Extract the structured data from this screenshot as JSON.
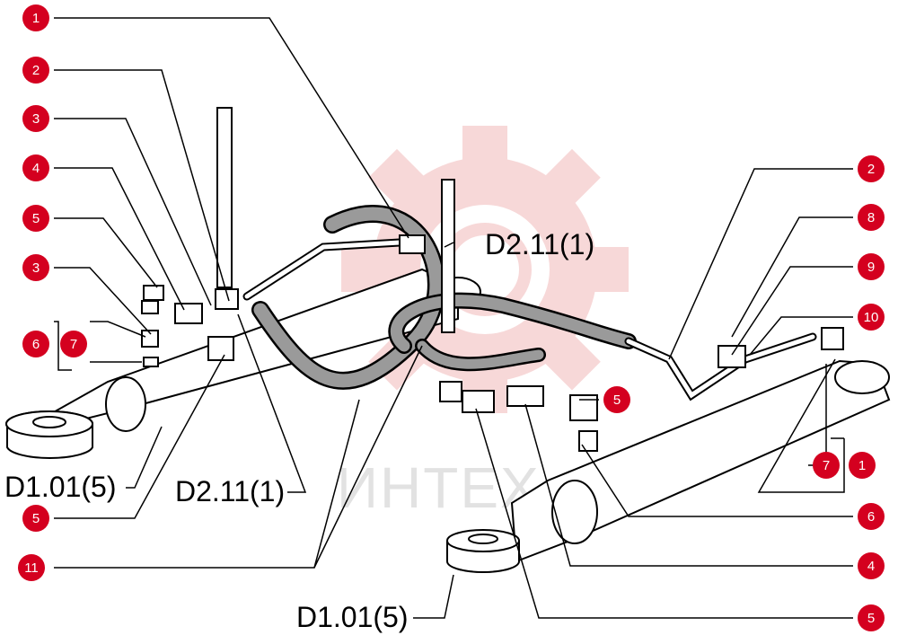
{
  "watermark": {
    "text": "ИНТЕХ",
    "color": "#f2b9b9"
  },
  "callouts": {
    "l1": "1",
    "l2": "2",
    "l3": "3",
    "l4": "4",
    "l5": "5",
    "l6": "3",
    "l7": "6",
    "l8": "7",
    "l9": "5",
    "l10": "11",
    "r1": "2",
    "r2": "8",
    "r3": "9",
    "r4": "10",
    "r5": "5",
    "r6": "7",
    "r7": "1",
    "r8": "6",
    "r9": "4",
    "r10": "5"
  },
  "refs": {
    "d211_top": "D2.11(1)",
    "d101_left": "D1.01(5)",
    "d211_mid": "D2.11(1)",
    "d101_bottom": "D1.01(5)"
  },
  "colors": {
    "callout": "#d4001f",
    "line": "#000000"
  }
}
